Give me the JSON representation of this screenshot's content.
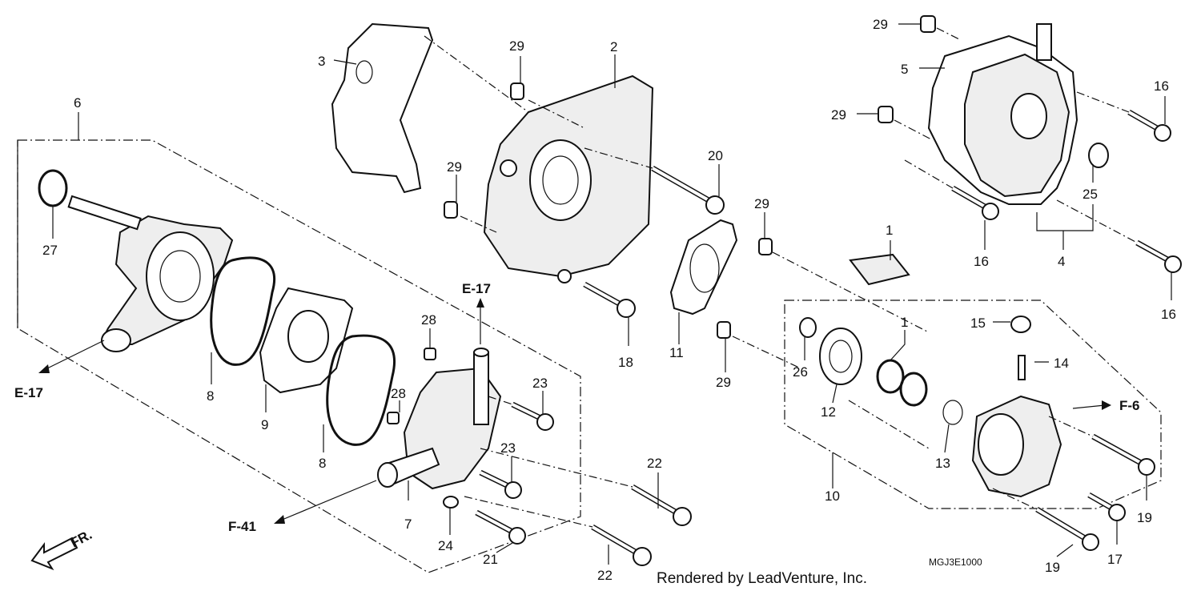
{
  "diagram": {
    "part_numbers": {
      "p1a": "1",
      "p1b": "1",
      "p2": "2",
      "p3": "3",
      "p4": "4",
      "p5": "5",
      "p6": "6",
      "p7": "7",
      "p8a": "8",
      "p8b": "8",
      "p9": "9",
      "p10": "10",
      "p11": "11",
      "p12": "12",
      "p13": "13",
      "p14": "14",
      "p15": "15",
      "p16a": "16",
      "p16b": "16",
      "p16c": "16",
      "p17": "17",
      "p18": "18",
      "p19a": "19",
      "p19b": "19",
      "p20": "20",
      "p21": "21",
      "p22a": "22",
      "p22b": "22",
      "p23a": "23",
      "p23b": "23",
      "p24": "24",
      "p25": "25",
      "p26": "26",
      "p27": "27",
      "p28a": "28",
      "p28b": "28",
      "p29a": "29",
      "p29b": "29",
      "p29c": "29",
      "p29d": "29",
      "p29e": "29",
      "p29f": "29"
    },
    "refs": {
      "e17_left": "E-17",
      "e17_mid": "E-17",
      "f41": "F-41",
      "f6": "F-6"
    },
    "front_marker": "FR.",
    "drawing_code": "MGJ3E1000",
    "credit": "Rendered by LeadVenture, Inc."
  }
}
